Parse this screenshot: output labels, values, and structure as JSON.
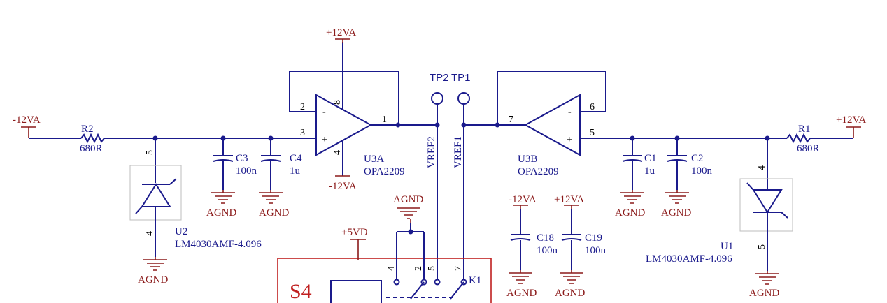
{
  "power": {
    "m12_left": "-12VA",
    "p12_top": "+12VA",
    "m12_u3a": "-12VA",
    "p12_right": "+12VA",
    "p5vd": "+5VD",
    "m12_c18": "-12VA",
    "p12_c19": "+12VA",
    "agnd": "AGND"
  },
  "components": {
    "r2": {
      "ref": "R2",
      "value": "680R"
    },
    "r1": {
      "ref": "R1",
      "value": "680R"
    },
    "c3": {
      "ref": "C3",
      "value": "100n"
    },
    "c4": {
      "ref": "C4",
      "value": "1u"
    },
    "c1": {
      "ref": "C1",
      "value": "1u"
    },
    "c2": {
      "ref": "C2",
      "value": "100n"
    },
    "c18": {
      "ref": "C18",
      "value": "100n"
    },
    "c19": {
      "ref": "C19",
      "value": "100n"
    },
    "u3a": {
      "ref": "U3A",
      "value": "OPA2209"
    },
    "u3b": {
      "ref": "U3B",
      "value": "OPA2209"
    },
    "u2": {
      "ref": "U2",
      "value": "LM4030AMF-4.096"
    },
    "u1": {
      "ref": "U1",
      "value": "LM4030AMF-4.096"
    },
    "s4": {
      "ref": "S4",
      "k1": "K1"
    }
  },
  "testpoints": {
    "tp2": "TP2",
    "tp1": "TP1"
  },
  "nets": {
    "vref2": "VREF2",
    "vref1": "VREF1"
  },
  "pins": {
    "u3a_2": "2",
    "u3a_3": "3",
    "u3a_1": "1",
    "u3a_8": "8",
    "u3a_4": "4",
    "u3b_7": "7",
    "u3b_6": "6",
    "u3b_5": "5",
    "u2_5": "5",
    "u2_4": "4",
    "u1_4": "4",
    "u1_5": "5",
    "s4_4": "4",
    "s4_2": "2",
    "s4_5": "5",
    "s4_7": "7"
  },
  "opamp_signs": {
    "minus": "-",
    "plus": "+"
  }
}
